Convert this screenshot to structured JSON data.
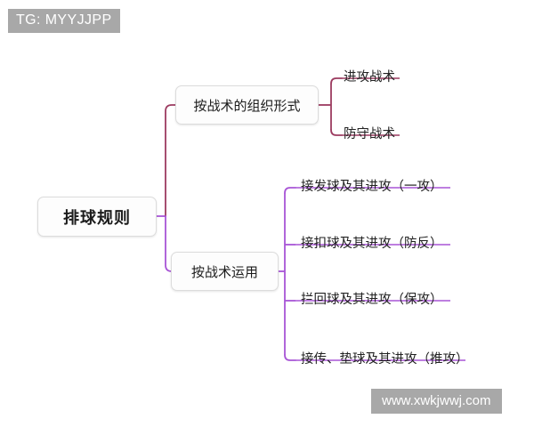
{
  "watermarks": {
    "top_left": "TG: MYYJJPP",
    "bottom_right": "www.xwkjwwj.com"
  },
  "mindmap": {
    "root": {
      "label": "排球规则"
    },
    "branches": [
      {
        "label": "按战术的组织形式",
        "color": "#9c3b60",
        "children": [
          {
            "label": "进攻战术"
          },
          {
            "label": "防守战术"
          }
        ]
      },
      {
        "label": "按战术运用",
        "color": "#a855d6",
        "children": [
          {
            "label": "接发球及其进攻（一攻）"
          },
          {
            "label": "接扣球及其进攻（防反）"
          },
          {
            "label": "拦回球及其进攻（保攻）"
          },
          {
            "label": "接传、垫球及其进攻（推攻）"
          }
        ]
      }
    ]
  },
  "colors": {
    "branch_upper": "#9c3b60",
    "branch_lower": "#a855d6",
    "node_border": "#dcdcdc",
    "node_fill": "#fdfdfd",
    "text": "#1b1b1b",
    "watermark_bg": "#a8a8a8",
    "watermark_text": "#ffffff"
  }
}
